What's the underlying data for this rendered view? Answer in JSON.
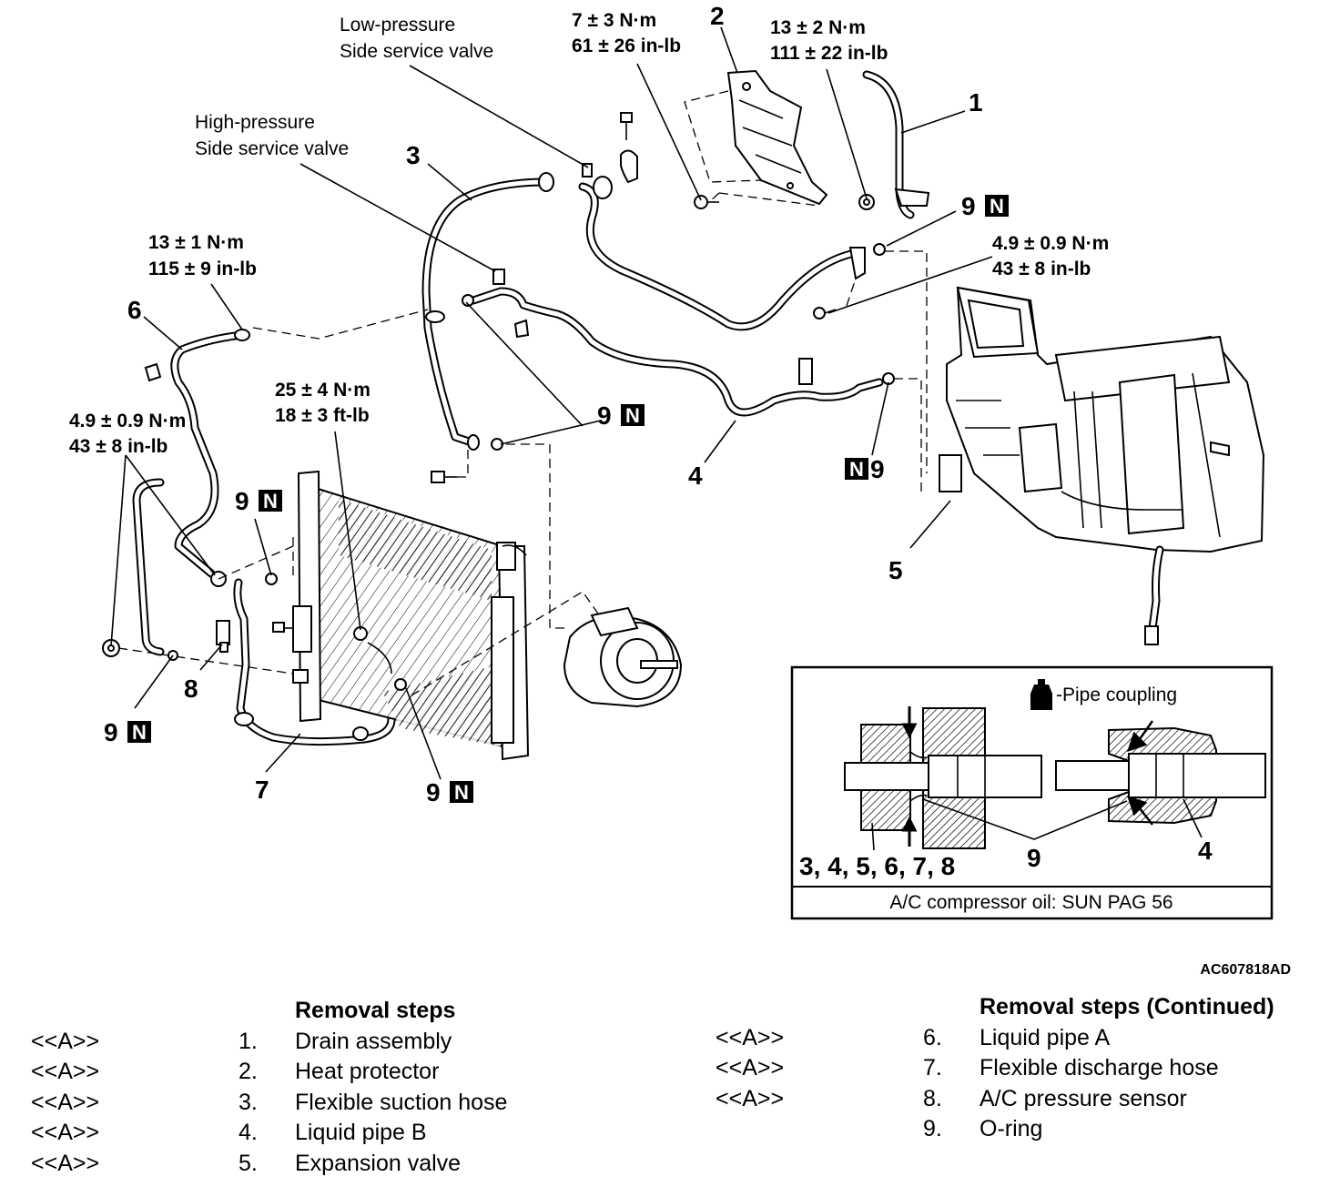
{
  "callouts": {
    "low_pressure_valve": [
      "Low-pressure",
      "Side service valve"
    ],
    "high_pressure_valve": [
      "High-pressure",
      "Side service valve"
    ],
    "torque_7": [
      "7 ± 3 N·m",
      "61 ± 26 in-lb"
    ],
    "torque_13_2": [
      "13 ± 2 N·m",
      "111 ± 22 in-lb"
    ],
    "torque_13_1": [
      "13 ± 1 N·m",
      "115 ± 9 in-lb"
    ],
    "torque_49_right": [
      "4.9 ± 0.9 N·m",
      "43 ± 8 in-lb"
    ],
    "torque_49_left": [
      "4.9 ± 0.9 N·m",
      "43 ± 8 in-lb"
    ],
    "torque_25": [
      "25 ± 4 N·m",
      "18 ± 3 ft-lb"
    ]
  },
  "part_numbers": {
    "p1": "1",
    "p2": "2",
    "p3": "3",
    "p4": "4",
    "p5": "5",
    "p6": "6",
    "p7": "7",
    "p8": "8",
    "nine": "9",
    "n_mark": "N"
  },
  "inset": {
    "legend": "-Pipe coupling",
    "left_parts": "3, 4, 5, 6, 7, 8",
    "center_part": "9",
    "right_part": "4",
    "footer": "A/C compressor oil: SUN PAG 56"
  },
  "figure_code": "AC607818AD",
  "removal_steps": {
    "title_left": "Removal steps",
    "title_right": "Removal steps (Continued)",
    "left": [
      {
        "tag": "<<A>>",
        "no": "1.",
        "name": "Drain assembly"
      },
      {
        "tag": "<<A>>",
        "no": "2.",
        "name": "Heat protector"
      },
      {
        "tag": "<<A>>",
        "no": "3.",
        "name": "Flexible suction hose"
      },
      {
        "tag": "<<A>>",
        "no": "4.",
        "name": "Liquid pipe B"
      },
      {
        "tag": "<<A>>",
        "no": "5.",
        "name": "Expansion valve"
      }
    ],
    "right": [
      {
        "tag": "<<A>>",
        "no": "6.",
        "name": "Liquid pipe A"
      },
      {
        "tag": "<<A>>",
        "no": "7.",
        "name": "Flexible discharge hose"
      },
      {
        "tag": "<<A>>",
        "no": "8.",
        "name": "A/C pressure sensor"
      },
      {
        "tag": "",
        "no": "9.",
        "name": "O-ring"
      }
    ]
  }
}
